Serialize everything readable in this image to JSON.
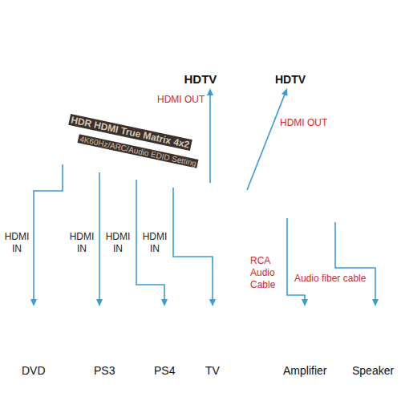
{
  "diagram": {
    "nodes": [
      {
        "text": [
          "HDTV"
        ]
      },
      {
        "text": [
          "HDTV"
        ]
      },
      {
        "text": [
          "HDR HDMI True Matrix 4x2",
          "4K60Hz/ARC/Audio EDID Setting"
        ]
      },
      {
        "text": [
          "DVD"
        ]
      },
      {
        "text": [
          "PS3"
        ]
      },
      {
        "text": [
          "PS4"
        ]
      },
      {
        "text": [
          "TV"
        ]
      },
      {
        "text": [
          "Amplifier"
        ]
      },
      {
        "text": [
          "Speaker"
        ]
      }
    ],
    "edges": [
      {
        "from": 2,
        "to": 0,
        "arrow": "to",
        "label": "HDMI OUT"
      },
      {
        "from": 2,
        "to": 1,
        "arrow": "to",
        "label": "HDMI OUT"
      },
      {
        "from": 2,
        "to": 3,
        "arrow": "to",
        "label": "HDMI IN"
      },
      {
        "from": 2,
        "to": 4,
        "arrow": "to",
        "label": "HDMI IN"
      },
      {
        "from": 2,
        "to": 5,
        "arrow": "to",
        "label": "HDMI IN"
      },
      {
        "from": 2,
        "to": 6,
        "arrow": "to",
        "label": "HDMI IN"
      },
      {
        "from": 2,
        "to": 7,
        "arrow": "to",
        "label": "RCA Audio Cable"
      },
      {
        "from": 2,
        "to": 8,
        "arrow": "to",
        "label": "Audio fiber cable"
      }
    ]
  }
}
